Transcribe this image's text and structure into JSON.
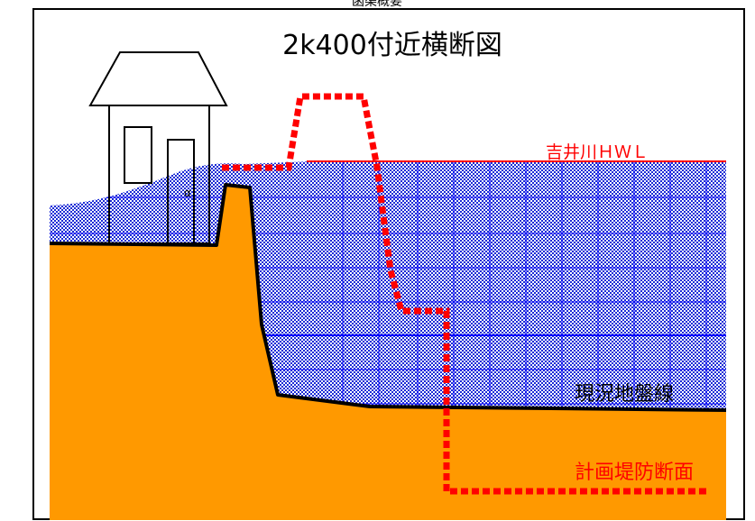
{
  "title": "2k400付近横断図",
  "top_caption": "函渠概要",
  "labels": {
    "hwl": "吉井川ＨＷＬ",
    "ground": "現況地盤線",
    "plan": "計画堤防断面",
    "house_mark": "α"
  },
  "colors": {
    "soil": "#ff9900",
    "water_blue": "#0000ff",
    "hwl_line": "#ff0000",
    "plan_dots": "#ff0000",
    "ground_line": "#000000",
    "frame": "#000000"
  }
}
